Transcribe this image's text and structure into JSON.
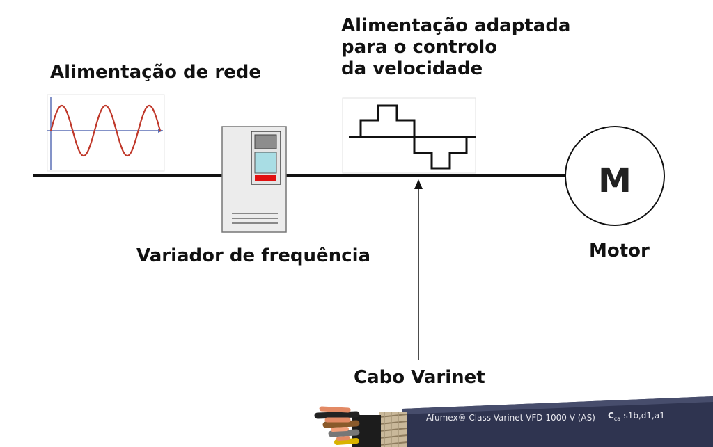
{
  "labels": {
    "mains": "Alimentação de rede",
    "adapted_line1": "Alimentação adaptada",
    "adapted_line2": "para o controlo",
    "adapted_line3": "da velocidade",
    "drive": "Variador de frequência",
    "motor": "Motor",
    "motor_symbol": "M",
    "cable": "Cabo Varinet"
  },
  "cable": {
    "brand": "Afumex",
    "marking": "® Class Varinet VFD 1000 V (AS)",
    "class_letter": "C",
    "class_sub": "ca",
    "class_rest": "-s1b,d1,a1"
  },
  "colors": {
    "sine": "#c0392b",
    "axis": "#5b6fb5",
    "drive_screen": "#a9dde4",
    "drive_led": "#e01010",
    "cable_jacket": "#2f3450",
    "copper": "#e38a65"
  }
}
